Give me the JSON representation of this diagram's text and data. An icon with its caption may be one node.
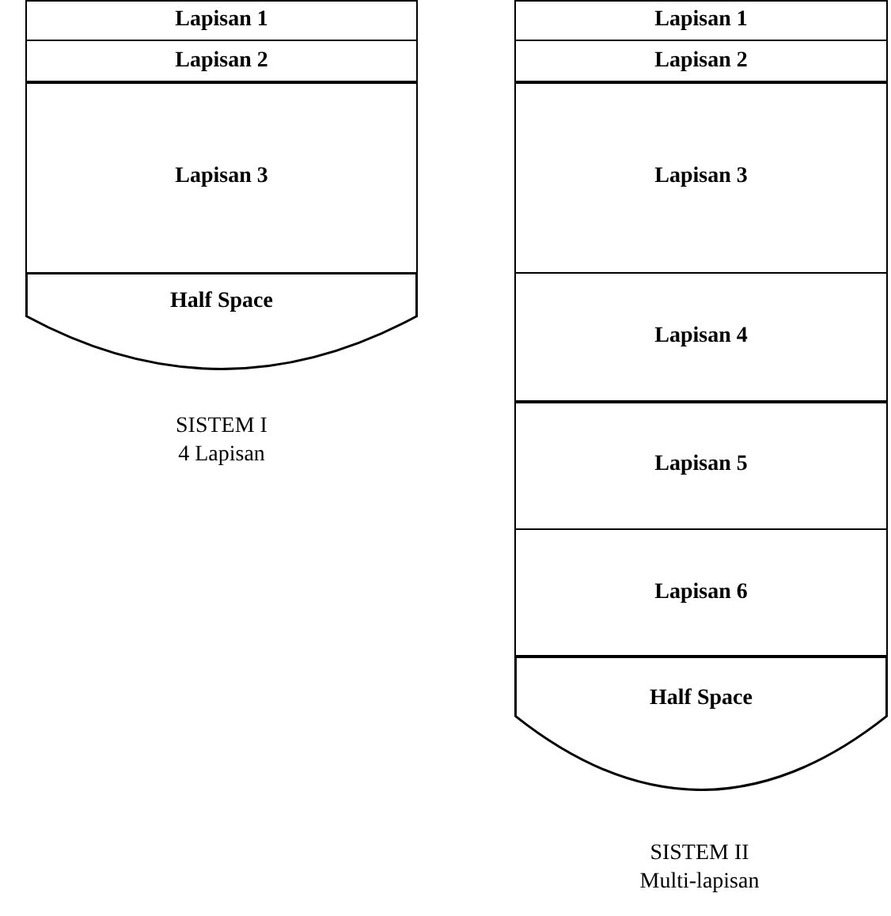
{
  "diagram": {
    "nodes": [
      {
        "text": [
          "Lapisan 1"
        ]
      },
      {
        "text": [
          "Lapisan 2"
        ]
      },
      {
        "text": [
          "Lapisan 3"
        ]
      },
      {
        "text": [
          "Half Space"
        ]
      },
      {
        "text": [
          "Lapisan 1"
        ]
      },
      {
        "text": [
          "Lapisan 2"
        ]
      },
      {
        "text": [
          "Lapisan 3"
        ]
      },
      {
        "text": [
          "Lapisan 4"
        ]
      },
      {
        "text": [
          "Lapisan 5"
        ]
      },
      {
        "text": [
          "Lapisan 6"
        ]
      },
      {
        "text": [
          "Half Space"
        ]
      }
    ],
    "labels": [
      "SISTEM I",
      "4 Lapisan",
      "SISTEM II",
      "Multi-lapisan"
    ]
  }
}
